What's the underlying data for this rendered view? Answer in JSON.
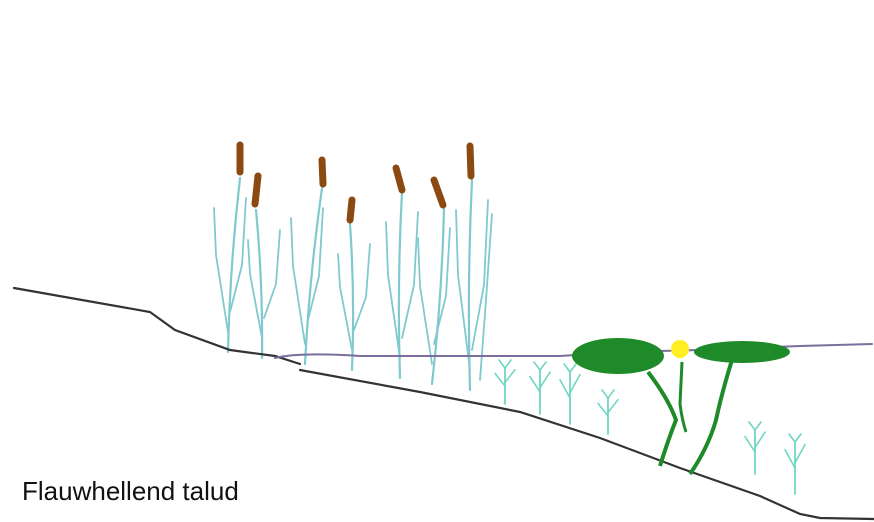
{
  "caption": "Flauwhellend talud",
  "colors": {
    "ground_line": "#333333",
    "water_line": "#7b6e9c",
    "reed_stem": "#7fc9cf",
    "cattail_head": "#8b4a12",
    "submerged_plant": "#6fd6c2",
    "lily_pad": "#1f8a2a",
    "lily_stem": "#1f8a2a",
    "lily_flower": "#ffee22"
  },
  "icons": [
    "cattail-plant",
    "submerged-plant",
    "water-lily"
  ]
}
